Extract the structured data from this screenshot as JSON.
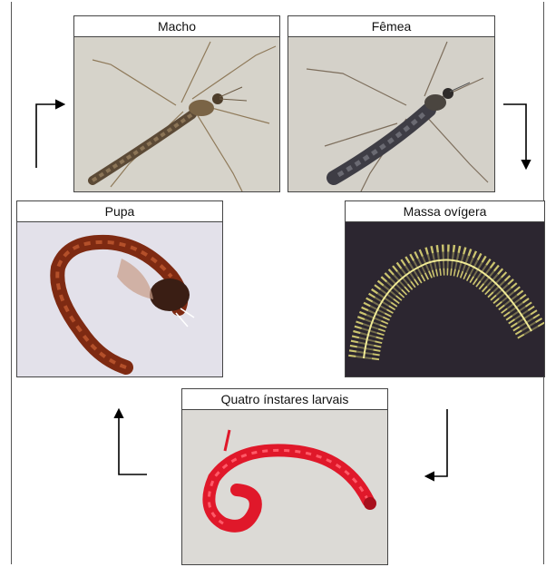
{
  "stages": {
    "macho": "Macho",
    "femea": "Fêmea",
    "pupa": "Pupa",
    "massa": "Massa ovígera",
    "larva": "Quatro ínstares larvais"
  },
  "colors": {
    "photo_bg_light": "#d8d5cc",
    "pupa_bg": "#e3e1ea",
    "egg_bg": "#2c2630",
    "egg_strands": "#e8e07a",
    "larva_red": "#e0182a",
    "pupa_brown": "#8a2b12"
  }
}
